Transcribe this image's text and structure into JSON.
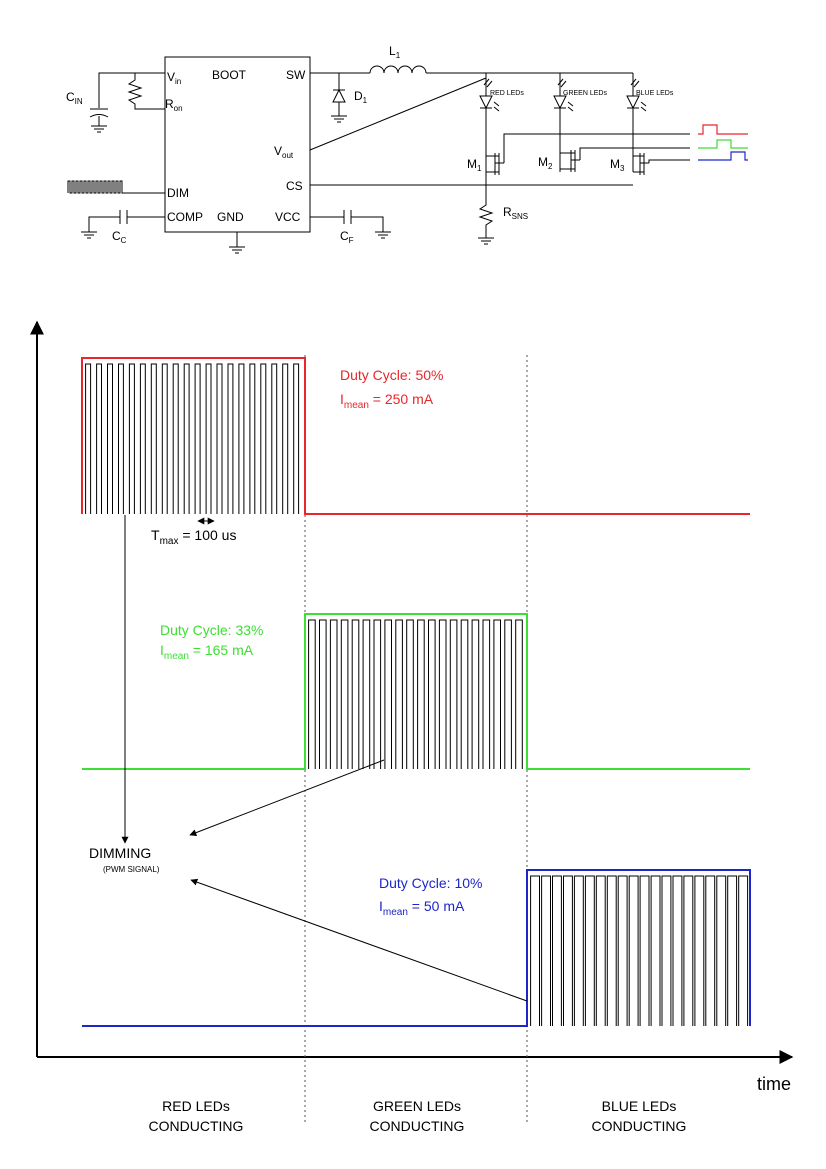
{
  "schematic": {
    "ic": {
      "vin_base": "V",
      "vin_sub": "in",
      "ron_base": "R",
      "ron_sub": "on",
      "boot": "BOOT",
      "sw": "SW",
      "vout_base": "V",
      "vout_sub": "out",
      "cs": "CS",
      "dim": "DIM",
      "comp": "COMP",
      "gnd": "GND",
      "vcc": "VCC"
    },
    "cin_base": "C",
    "cin_sub": "IN",
    "l1_base": "L",
    "l1_sub": "1",
    "d1_base": "D",
    "d1_sub": "1",
    "cc_base": "C",
    "cc_sub": "C",
    "cf_base": "C",
    "cf_sub": "F",
    "rsns_base": "R",
    "rsns_sub": "SNS",
    "m1_base": "M",
    "m1_sub": "1",
    "m2_base": "M",
    "m2_sub": "2",
    "m3_base": "M",
    "m3_sub": "3",
    "led_red": "RED LEDs",
    "led_green": "GREEN LEDs",
    "led_blue": "BLUE LEDs"
  },
  "timing": {
    "red": {
      "duty_cycle": "Duty Cycle: 50%",
      "imean_base": "I",
      "imean_sub": "mean",
      "imean_val": " = 250 mA",
      "duty_fraction": 0.5
    },
    "green": {
      "duty_cycle": "Duty Cycle: 33%",
      "imean_base": "I",
      "imean_sub": "mean",
      "imean_val": " = 165 mA",
      "duty_fraction": 0.33
    },
    "blue": {
      "duty_cycle": "Duty Cycle: 10%",
      "imean_base": "I",
      "imean_sub": "mean",
      "imean_val": " = 50 mA",
      "duty_fraction": 0.1
    },
    "tmax_base": "T",
    "tmax_sub": "max",
    "tmax_val": " = 100 us",
    "dimming": "DIMMING",
    "pwm_signal": "(PWM SIGNAL)",
    "time_label": "time",
    "phases": [
      {
        "line1": "RED LEDs",
        "line2": "CONDUCTING"
      },
      {
        "line1": "GREEN LEDs",
        "line2": "CONDUCTING"
      },
      {
        "line1": "BLUE LEDs",
        "line2": "CONDUCTING"
      }
    ]
  },
  "colors": {
    "red": "#e8262b",
    "green": "#3ede34",
    "blue": "#1d26c9",
    "black": "#000000"
  }
}
